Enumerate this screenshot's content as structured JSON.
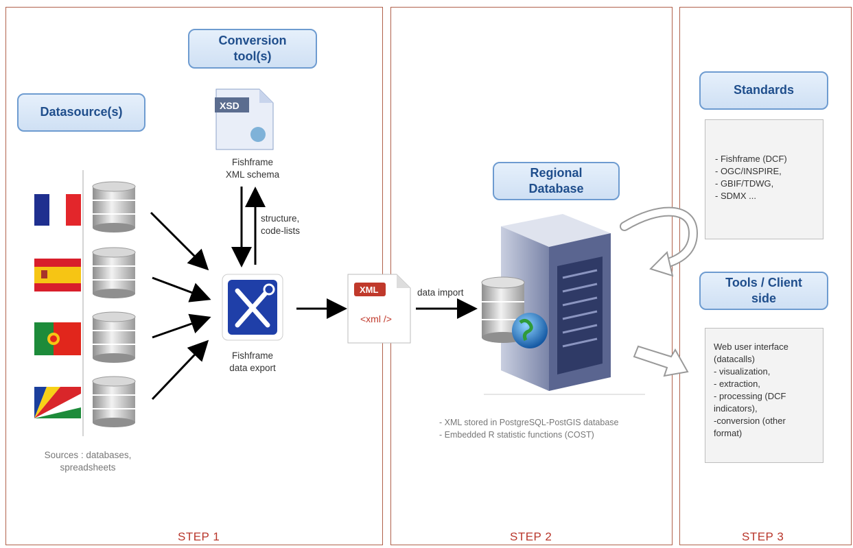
{
  "steps": [
    "STEP 1",
    "STEP 2",
    "STEP 3"
  ],
  "labels": {
    "datasources": "Datasource(s)",
    "conversion_line1": "Conversion",
    "conversion_line2": "tool(s)",
    "regional_line1": "Regional",
    "regional_line2": "Database",
    "standards": "Standards",
    "tools_line1": "Tools / Client",
    "tools_line2": "side"
  },
  "icons": {
    "xsd_badge": "XSD",
    "xml_badge": "XML",
    "xml_tag": "<xml />"
  },
  "captions": {
    "schema_line1": "Fishframe",
    "schema_line2": "XML schema",
    "export_line1": "Fishframe",
    "export_line2": "data export",
    "structure_line1": "structure,",
    "structure_line2": "code-lists",
    "data_import": "data import",
    "sources_line1": "Sources :  databases,",
    "sources_line2": "spreadsheets"
  },
  "standards_list": [
    "- Fishframe (DCF)",
    "- OGC/INSPIRE,",
    "- GBIF/TDWG,",
    "- SDMX ..."
  ],
  "tools_list": [
    "Web user interface",
    "(datacalls)",
    " - visualization,",
    " - extraction,",
    " - processing (DCF",
    "indicators),",
    " -conversion (other",
    "format)"
  ],
  "db_notes": [
    "- XML stored in PostgreSQL-PostGIS database",
    "- Embedded R statistic functions (COST)"
  ],
  "datasource_flags": [
    "france-flag",
    "spain-flag",
    "portugal-flag",
    "seychelles-flag"
  ],
  "colors": {
    "panel_border": "#b0604a",
    "step_text": "#b8352a",
    "pill_border": "#6d9bd0",
    "pill_text": "#1f4e8c"
  }
}
